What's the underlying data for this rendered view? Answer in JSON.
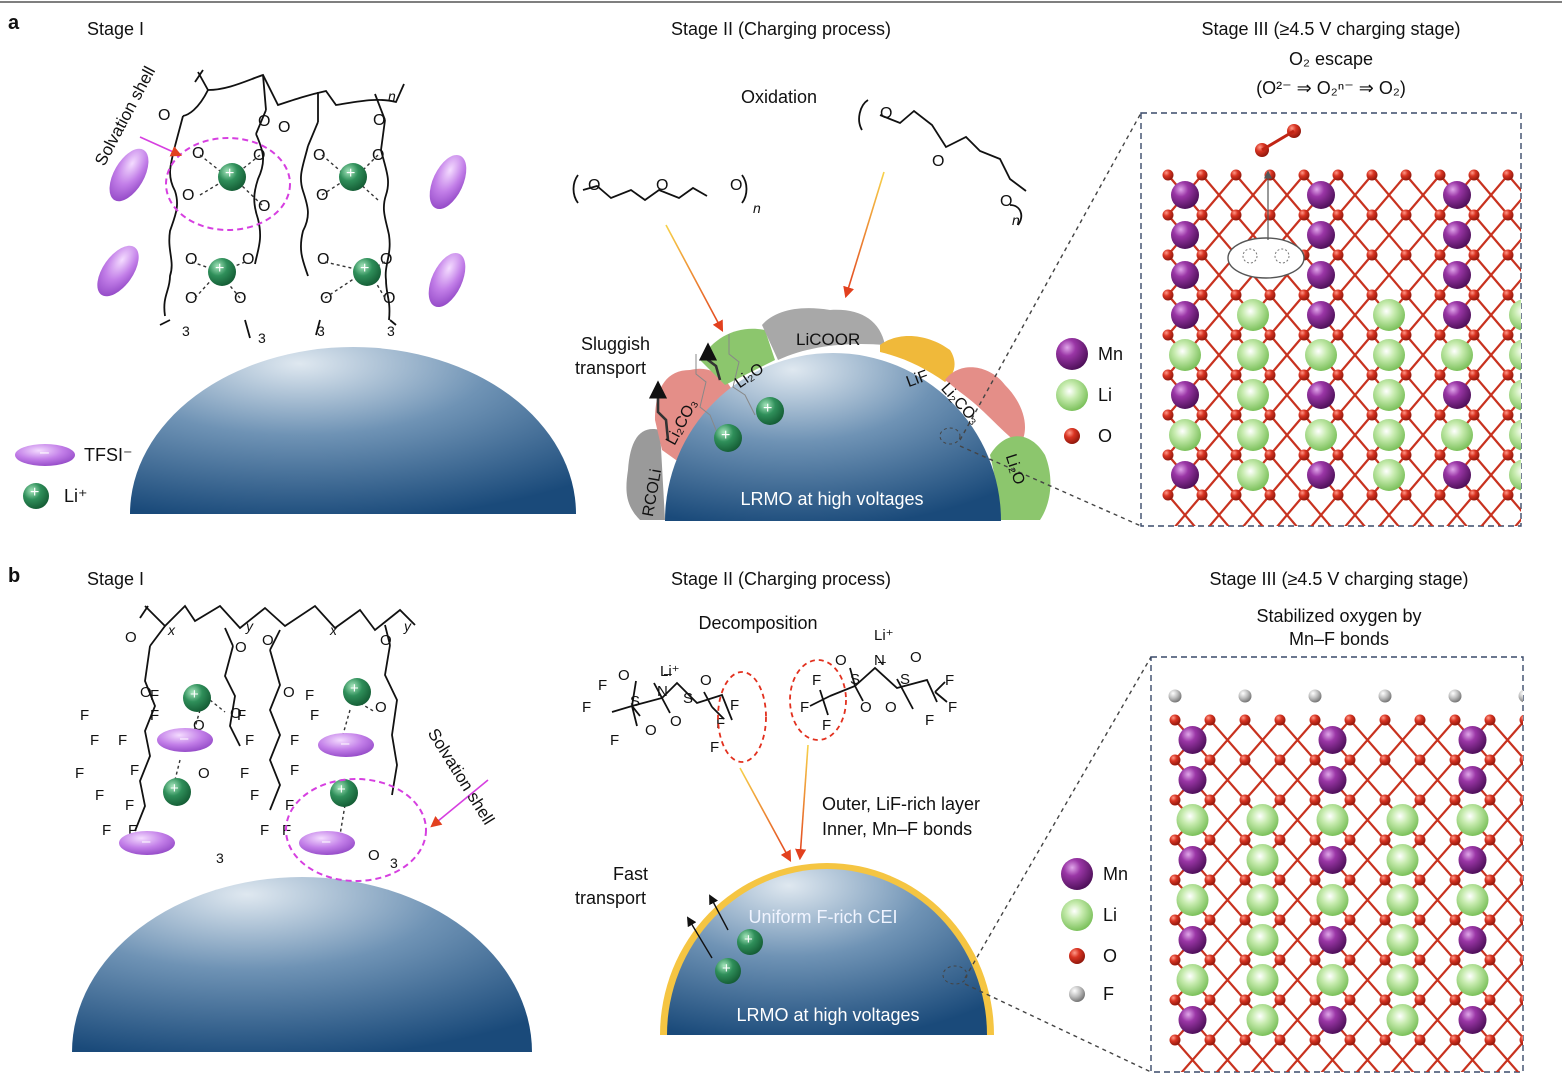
{
  "panel_a": {
    "label": "a",
    "stage1_title": "Stage I",
    "solvation_shell": "Solvation shell",
    "subscript_n": "n",
    "subscript_3": "3",
    "legend_tfsi": "TFSI⁻",
    "legend_li": "Li⁺",
    "ion_plus": "+",
    "ion_minus": "–",
    "stage2_title": "Stage II (Charging process)",
    "oxidation": "Oxidation",
    "sluggish": "Sluggish",
    "transport": "transport",
    "cei_licoor": "LiCOOR",
    "cei_lif": "LiF",
    "cei_li2o": "Li₂O",
    "cei_li2co3": "Li₂CO₃",
    "cei_rcoli": "RCOLi",
    "particle": "LRMO at high voltages",
    "stage3_title": "Stage III (≥4.5 V charging stage)",
    "o2_escape": "O₂ escape",
    "o2_path": "(O²⁻ ⇒ O₂ⁿ⁻ ⇒ O₂)",
    "legend_mn": "Mn",
    "legend_li_atom": "Li",
    "legend_o": "O",
    "atom_o": "O"
  },
  "panel_b": {
    "label": "b",
    "stage1_title": "Stage I",
    "solvation_shell": "Solvation shell",
    "sub_x": "x",
    "sub_y": "y",
    "sub_3": "3",
    "atom_f": "F",
    "atom_o": "O",
    "ion_plus": "+",
    "ion_minus": "–",
    "stage2_title": "Stage II (Charging process)",
    "decomposition": "Decomposition",
    "tfsi_li": "Li⁺",
    "tfsi_n": "N",
    "tfsi_s": "S",
    "tfsi_minus": "–",
    "outer_layer": "Outer, LiF-rich layer",
    "inner_layer": "Inner, Mn–F bonds",
    "fast": "Fast",
    "transport": "transport",
    "cei": "Uniform F-rich CEI",
    "particle": "LRMO at high voltages",
    "stage3_title": "Stage III (≥4.5 V charging stage)",
    "stabilized_1": "Stabilized oxygen by",
    "stabilized_2": "Mn–F bonds",
    "legend_mn": "Mn",
    "legend_li_atom": "Li",
    "legend_o": "O",
    "legend_f": "F"
  },
  "colors": {
    "mn": "#7a1f86",
    "li": "#8fd26f",
    "o": "#d0301e",
    "f": "#a8a8a8",
    "li_ion": "#2e8b57",
    "tfsi": "#c17ee8",
    "shell": "#d63fe0",
    "particle_top": "#c9d9e6",
    "particle_bottom": "#1d4f7f",
    "cei_lif": "#f0b93a",
    "cei_li2co3": "#e48e88",
    "cei_li2o": "#8cc66d",
    "cei_licoor": "#a8a8a8",
    "cei_rcoli": "#9a9a9a",
    "gold_cei": "#f5c542"
  }
}
